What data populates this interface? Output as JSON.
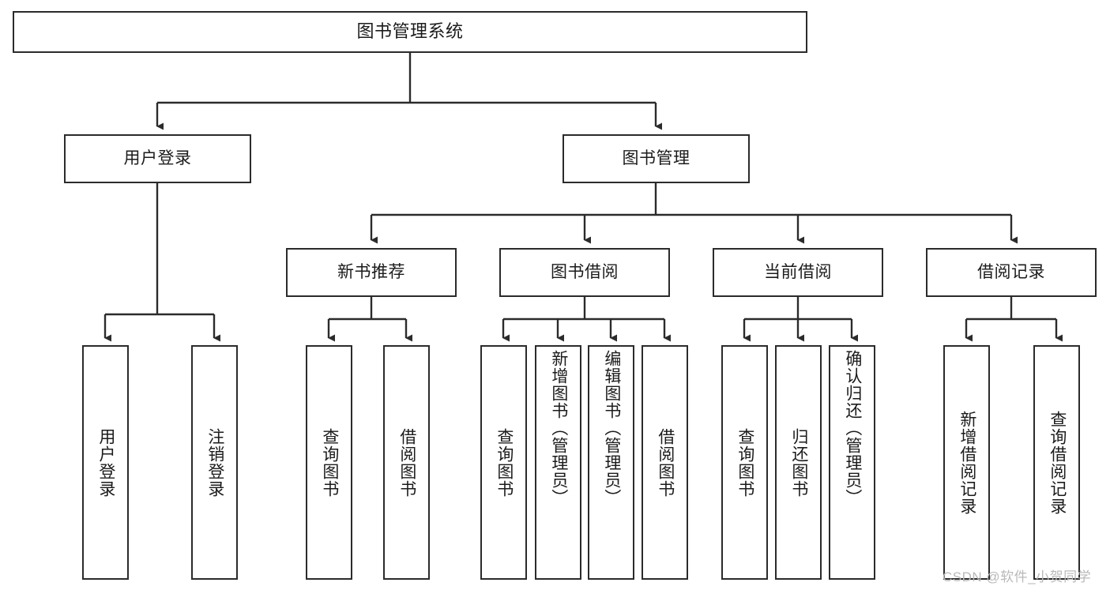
{
  "diagram": {
    "title": "图书管理系统",
    "type": "tree",
    "background": "#ffffff",
    "line_color": "#2b2b2b",
    "box_border_color": "#2b2b2b",
    "text_color": "#1b1b1b",
    "watermark": "CSDN @软件_小贺同学",
    "watermark_color": "#b9b9b9"
  },
  "nodes": {
    "root": {
      "label": "图书管理系统",
      "level": 0
    },
    "level1": [
      {
        "id": "user-login",
        "label": "用户登录"
      },
      {
        "id": "book-manage",
        "label": "图书管理"
      }
    ],
    "level2": [
      {
        "id": "new-book-recommend",
        "label": "新书推荐",
        "parent": "book-manage"
      },
      {
        "id": "book-borrow",
        "label": "图书借阅",
        "parent": "book-manage"
      },
      {
        "id": "current-borrow",
        "label": "当前借阅",
        "parent": "book-manage"
      },
      {
        "id": "borrow-record",
        "label": "借阅记录",
        "parent": "book-manage"
      }
    ],
    "leaves": [
      {
        "id": "leaf-user-login",
        "label": "用户登录",
        "parent": "user-login"
      },
      {
        "id": "leaf-logout",
        "label": "注销登录",
        "parent": "user-login"
      },
      {
        "id": "leaf-query-book-1",
        "label": "查询图书",
        "parent": "new-book-recommend"
      },
      {
        "id": "leaf-borrow-book-1",
        "label": "借阅图书",
        "parent": "new-book-recommend"
      },
      {
        "id": "leaf-query-book-2",
        "label": "查询图书",
        "parent": "book-borrow"
      },
      {
        "id": "leaf-add-book",
        "label": "新增图书（管理员）",
        "parent": "book-borrow"
      },
      {
        "id": "leaf-edit-book",
        "label": "编辑图书（管理员）",
        "parent": "book-borrow"
      },
      {
        "id": "leaf-borrow-book-2",
        "label": "借阅图书",
        "parent": "book-borrow"
      },
      {
        "id": "leaf-query-book-3",
        "label": "查询图书",
        "parent": "current-borrow"
      },
      {
        "id": "leaf-return-book",
        "label": "归还图书",
        "parent": "current-borrow"
      },
      {
        "id": "leaf-confirm-return",
        "label": "确认归还（管理员）",
        "parent": "current-borrow"
      },
      {
        "id": "leaf-add-record",
        "label": "新增借阅记录",
        "parent": "borrow-record"
      },
      {
        "id": "leaf-query-record",
        "label": "查询借阅记录",
        "parent": "borrow-record"
      }
    ]
  }
}
